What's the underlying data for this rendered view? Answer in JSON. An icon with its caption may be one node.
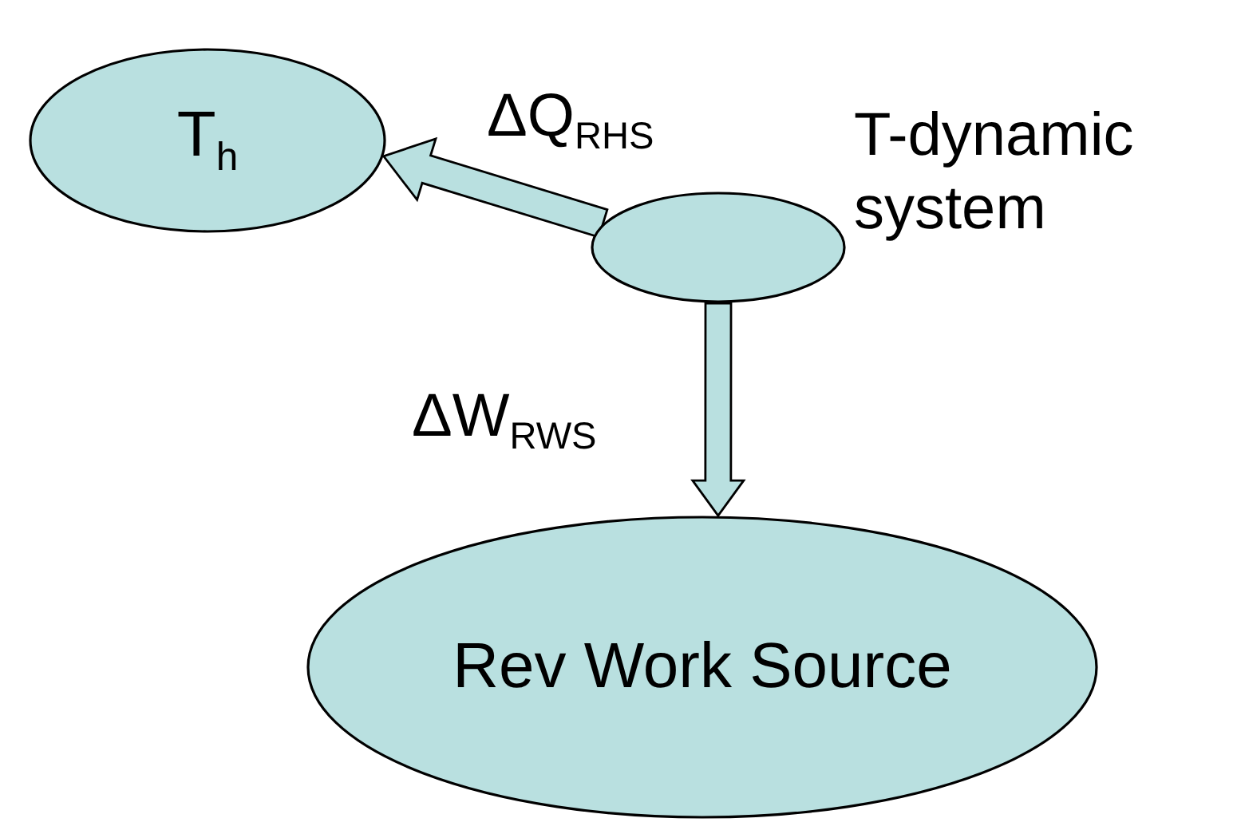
{
  "diagram": {
    "nodes": [
      {
        "text": [
          "T$_{h}$"
        ]
      },
      {
        "text": [],
        "shape": "ellipse",
        "beside": [
          "T-dynamic system"
        ]
      },
      {
        "text": [
          "Rev Work Source"
        ]
      }
    ],
    "edges": [
      {
        "from": 1,
        "to": 0,
        "arrow": "to",
        "label": "ΔQ$_{RHS}$"
      },
      {
        "from": 1,
        "to": 2,
        "arrow": "to",
        "label": "ΔW$_{RWS}$"
      }
    ]
  }
}
